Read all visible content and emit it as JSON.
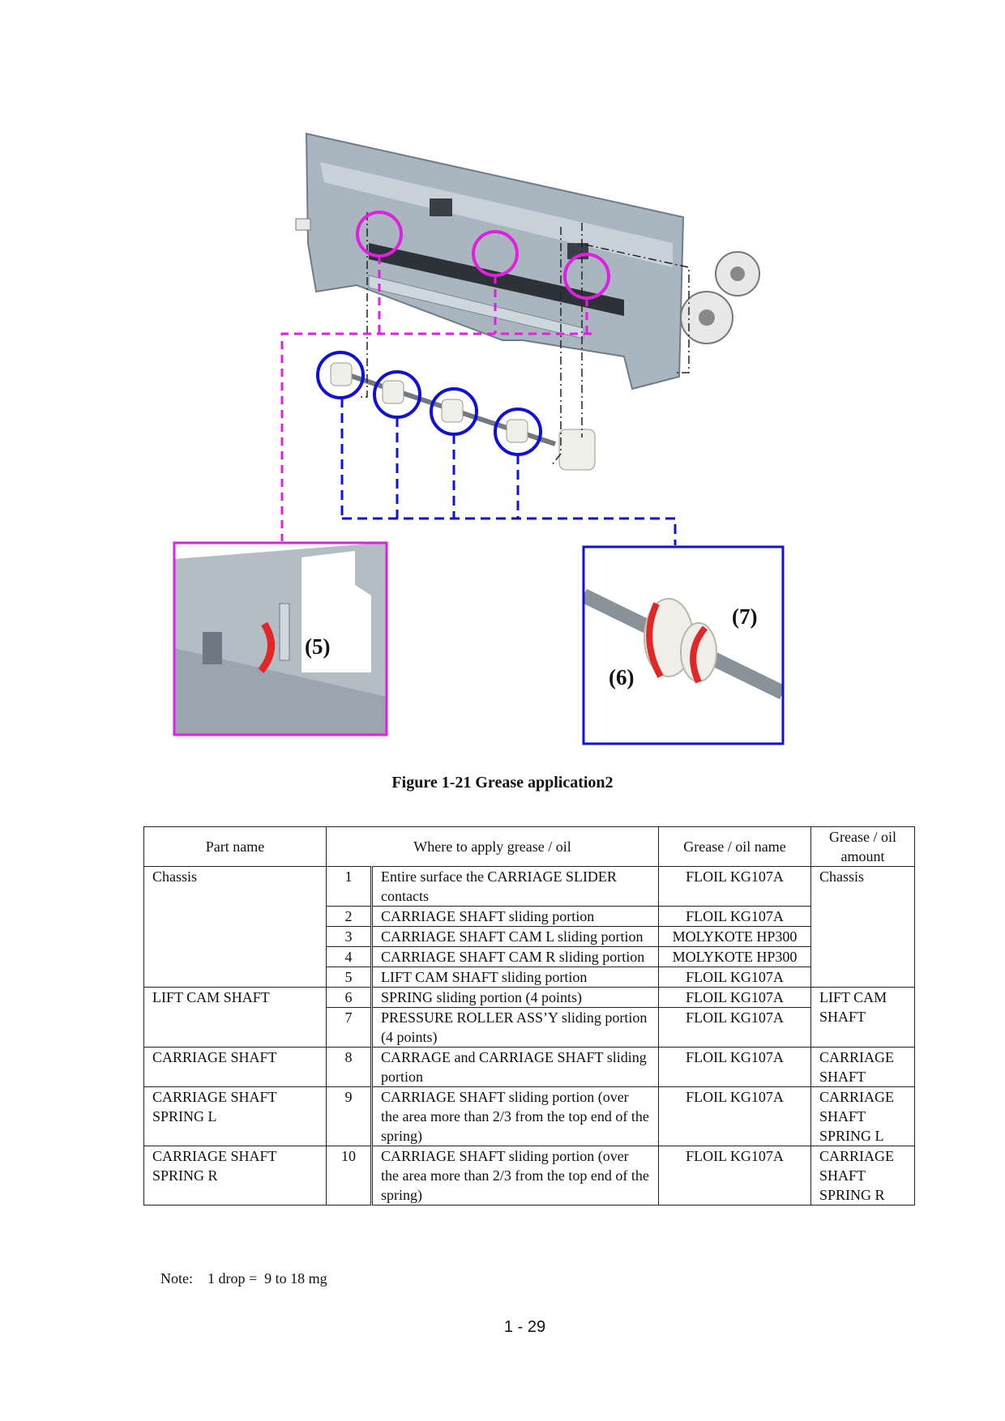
{
  "figure": {
    "callouts": [
      "(5)",
      "(6)",
      "(7)"
    ],
    "caption": "Figure 1-21 Grease application2"
  },
  "table": {
    "headers": [
      "Part name",
      "Where to apply grease / oil",
      "Grease / oil name",
      "Grease / oil amount"
    ],
    "rows": [
      {
        "part": "Chassis",
        "num": "1",
        "where": "Entire surface the CARRIAGE SLIDER contacts",
        "grease": "FLOIL KG107A",
        "amount": "Chassis"
      },
      {
        "part": "",
        "num": "2",
        "where": "CARRIAGE SHAFT sliding portion",
        "grease": "FLOIL KG107A",
        "amount": ""
      },
      {
        "part": "",
        "num": "3",
        "where": "CARRIAGE SHAFT CAM L sliding portion",
        "grease": "MOLYKOTE HP300",
        "amount": ""
      },
      {
        "part": "",
        "num": "4",
        "where": "CARRIAGE SHAFT CAM R sliding portion",
        "grease": "MOLYKOTE HP300",
        "amount": ""
      },
      {
        "part": "",
        "num": "5",
        "where": "LIFT CAM SHAFT sliding portion",
        "grease": "FLOIL KG107A",
        "amount": ""
      },
      {
        "part": "LIFT CAM SHAFT",
        "num": "6",
        "where": "SPRING sliding portion (4 points)",
        "grease": "FLOIL KG107A",
        "amount": "LIFT CAM SHAFT"
      },
      {
        "part": "",
        "num": "7",
        "where": "PRESSURE ROLLER ASS’Y sliding portion (4 points)",
        "grease": "FLOIL KG107A",
        "amount": ""
      },
      {
        "part": "CARRIAGE SHAFT",
        "num": "8",
        "where": "CARRAGE and CARRIAGE SHAFT sliding portion",
        "grease": "FLOIL KG107A",
        "amount": "CARRIAGE SHAFT"
      },
      {
        "part": "CARRIAGE SHAFT SPRING L",
        "num": "9",
        "where": "CARRIAGE SHAFT sliding portion (over the area more than 2/3 from the top end of the spring)",
        "grease": "FLOIL KG107A",
        "amount": "CARRIAGE SHAFT SPRING L"
      },
      {
        "part": "CARRIAGE SHAFT SPRING R",
        "num": "10",
        "where": "CARRIAGE SHAFT sliding portion (over the area more than 2/3 from the top end of the spring)",
        "grease": "FLOIL KG107A",
        "amount": "CARRIAGE SHAFT SPRING R"
      }
    ]
  },
  "note": "Note:    1 drop =  9 to 18 mg",
  "page_number": "1 - 29",
  "colors": {
    "magenta": "#e020e0",
    "blue": "#1010d8",
    "grease_red": "#e02828",
    "metal": "#a9b5bf"
  }
}
